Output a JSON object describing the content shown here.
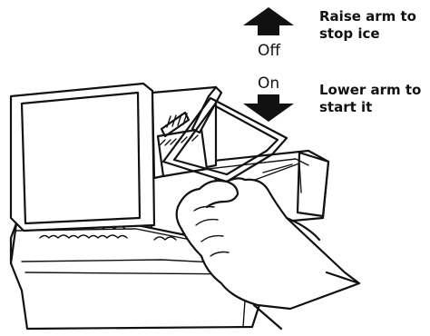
{
  "diagram": {
    "off_label": "Off",
    "on_label": "On",
    "raise_text": [
      "Raise arm to",
      "stop ice"
    ],
    "lower_text": [
      "Lower arm to",
      "start it"
    ]
  }
}
